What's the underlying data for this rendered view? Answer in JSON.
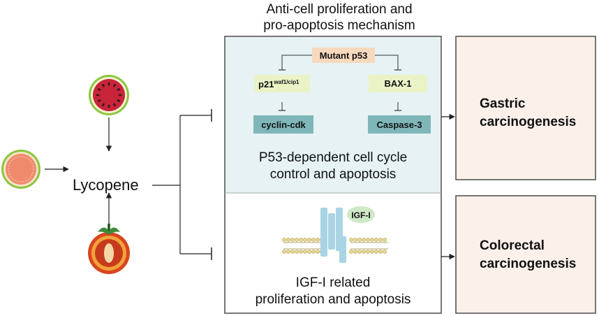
{
  "header": {
    "line1": "Anti-cell proliferation and",
    "line2": "pro-apoptosis mechanism"
  },
  "source": {
    "label": "Lycopene"
  },
  "p53_panel": {
    "mutant": "Mutant p53",
    "p21": "p21",
    "p21_sup": "waf1/cip1",
    "bax": "BAX-1",
    "cyclin": "cyclin-cdk",
    "caspase": "Caspase-3",
    "caption_line1": "P53-dependent cell cycle",
    "caption_line2": "control and apoptosis"
  },
  "igf_panel": {
    "ligand": "IGF-I",
    "caption_line1": "IGF-I related",
    "caption_line2": "proliferation and apoptosis"
  },
  "outcomes": {
    "gastric_line1": "Gastric",
    "gastric_line2": "carcinogenesis",
    "colorectal_line1": "Colorectal",
    "colorectal_line2": "carcinogenesis"
  },
  "colors": {
    "panel_top": "#e6f2f3",
    "panel_border": "#4a4a4a",
    "mutant_box": "#f7d9bd",
    "green_box": "#e9f3c6",
    "teal_box": "#7fb7b9",
    "outcome_box": "#fbf0ea",
    "receptor": "#a9d4e3",
    "igf_bubble": "#cfe8c6"
  }
}
